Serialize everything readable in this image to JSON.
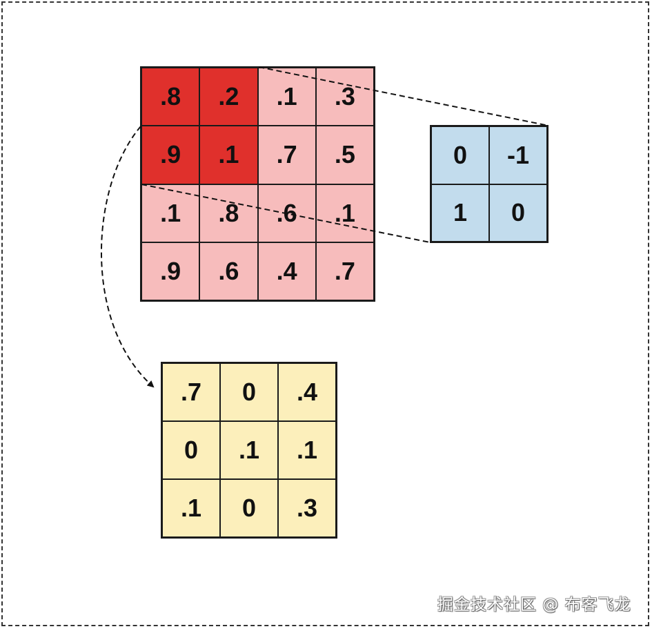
{
  "diagram": {
    "description": "2D convolution illustration: 4x4 input, 2x2 kernel, 3x3 output",
    "input_matrix": {
      "rows": 4,
      "cols": 4,
      "highlight_color": "#e0302c",
      "base_color": "#f7bcbc",
      "highlighted_cells": [
        [
          0,
          0
        ],
        [
          0,
          1
        ],
        [
          1,
          0
        ],
        [
          1,
          1
        ]
      ],
      "values": [
        [
          ".8",
          ".2",
          ".1",
          ".3"
        ],
        [
          ".9",
          ".1",
          ".7",
          ".5"
        ],
        [
          ".1",
          ".8",
          ".6",
          ".1"
        ],
        [
          ".9",
          ".6",
          ".4",
          ".7"
        ]
      ]
    },
    "kernel_matrix": {
      "rows": 2,
      "cols": 2,
      "color": "#c2dced",
      "values": [
        [
          "0",
          "-1"
        ],
        [
          "1",
          "0"
        ]
      ]
    },
    "output_matrix": {
      "rows": 3,
      "cols": 3,
      "color": "#fcefbb",
      "values": [
        [
          ".7",
          "0",
          ".4"
        ],
        [
          "0",
          ".1",
          ".1"
        ],
        [
          ".1",
          "0",
          ".3"
        ]
      ]
    },
    "connectors": [
      {
        "type": "dashed-line",
        "from": "input-highlight-top-right",
        "to": "kernel-top-right"
      },
      {
        "type": "dashed-line",
        "from": "input-highlight-bottom-left",
        "to": "kernel-bottom-left"
      },
      {
        "type": "dashed-arrow",
        "from": "input-highlight",
        "to": "output-cell-0-0"
      }
    ]
  },
  "watermark": "掘金技术社区 @ 布客飞龙"
}
